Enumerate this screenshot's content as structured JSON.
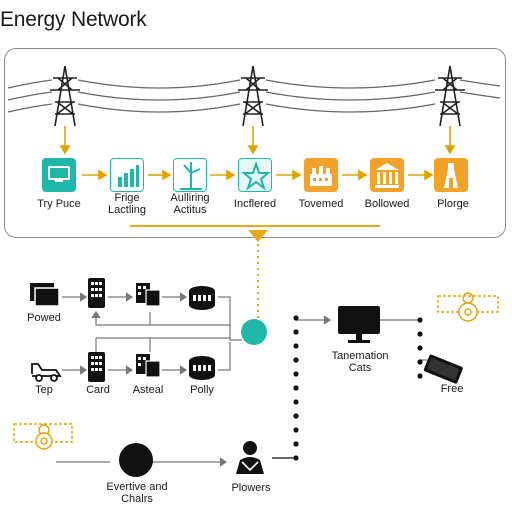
{
  "title": "Energy Network",
  "colors": {
    "teal": "#1fb8a8",
    "orange": "#f2a227",
    "amber": "#e9a91d",
    "dark": "#111111",
    "line": "#6b6b6b",
    "dot": "#e0a400"
  },
  "panel": {
    "towers": [
      {
        "icon": "transmission-tower-icon"
      },
      {
        "icon": "transmission-tower-icon"
      },
      {
        "icon": "transmission-tower-icon"
      }
    ],
    "steps": [
      {
        "label": "Try Puce",
        "icon": "monitor-icon",
        "color": "#1fb8a8"
      },
      {
        "label": "Frige\nLactling",
        "icon": "bar-chart-icon",
        "color": "#1fb8a8"
      },
      {
        "label": "Aulliring\nActitus",
        "icon": "wind-turbine-icon",
        "color": "#1fb8a8"
      },
      {
        "label": "Incflered",
        "icon": "star-icon",
        "color": "#1fb8a8"
      },
      {
        "label": "Tovemed",
        "icon": "factory-icon",
        "color": "#f2a227"
      },
      {
        "label": "Bollowed",
        "icon": "building-icon",
        "color": "#f2a227"
      },
      {
        "label": "Plorge",
        "icon": "plant-icon",
        "color": "#f2a227"
      }
    ]
  },
  "lower": {
    "row1": [
      {
        "label": "Powed",
        "icon": "cards-icon"
      },
      {
        "label": "",
        "icon": "phone-icon"
      },
      {
        "label": "",
        "icon": "device-icon"
      },
      {
        "label": "",
        "icon": "battery-icon"
      }
    ],
    "row2": [
      {
        "label": "Tep",
        "icon": "car-icon"
      },
      {
        "label": "Card",
        "icon": "phone-icon"
      },
      {
        "label": "Asteal",
        "icon": "device-icon"
      },
      {
        "label": "Polly",
        "icon": "battery-icon"
      }
    ],
    "left_bottom": {
      "label": "Evertive and\nChalrs",
      "icon": "circle-icon"
    },
    "person": {
      "label": "Plowers",
      "icon": "person-icon"
    },
    "monitor": {
      "label": "Tanemation\nCats",
      "icon": "monitor-icon"
    },
    "tablet": {
      "label": "Free",
      "icon": "tablet-icon"
    }
  }
}
